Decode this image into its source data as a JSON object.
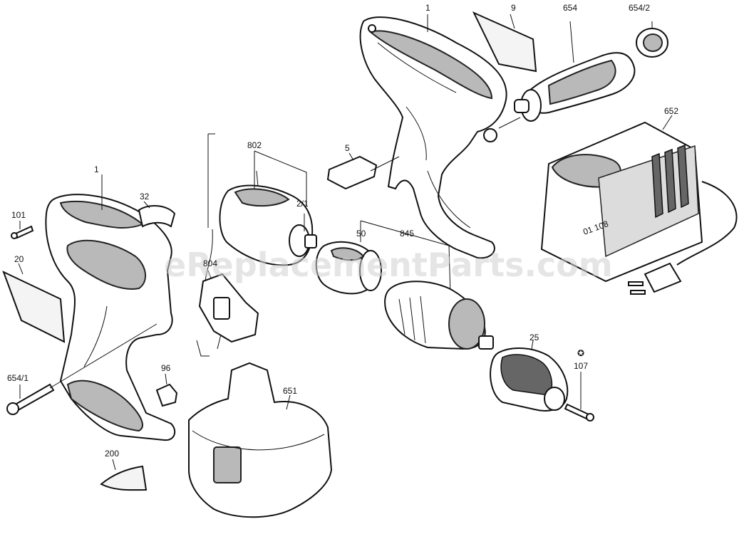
{
  "watermark": "eReplacementParts.com",
  "charger_marking": "01 108",
  "callouts": {
    "p1_left": "1",
    "p1_top": "1",
    "p9": "9",
    "p654": "654",
    "p654_2": "654/2",
    "p652": "652",
    "p5": "5",
    "p802": "802",
    "p2_1": "2/1",
    "p32": "32",
    "p101": "101",
    "p20": "20",
    "p804": "804",
    "p50": "50",
    "p845": "845",
    "p25": "25",
    "p107": "107",
    "p654_1": "654/1",
    "p96": "96",
    "p651": "651",
    "p200": "200"
  }
}
